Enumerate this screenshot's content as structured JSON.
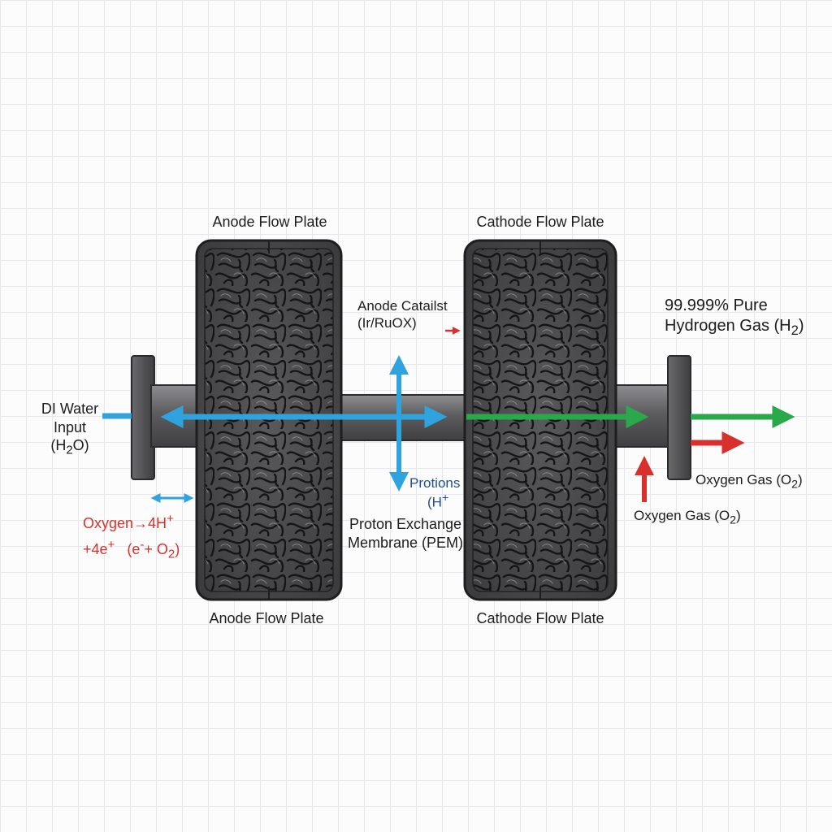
{
  "plates": {
    "anode_top": "Anode Flow Plate",
    "cathode_top": "Cathode Flow Plate",
    "anode_bottom": "Anode Flow Plate",
    "cathode_bottom": "Cathode Flow Plate"
  },
  "catalyst": {
    "line1": "Anode Catailst",
    "line2": "(Ir/RuOX)"
  },
  "product": {
    "line1": "99.999% Pure",
    "line2": "Hydrogen Gas (H",
    "sub": "2",
    "suffix": ")"
  },
  "input": {
    "line1": "DI Water",
    "line2": "Input",
    "line3_pre": "(H",
    "line3_sub": "2",
    "line3_post": "O)"
  },
  "protons": {
    "line1": "Protions",
    "line2": "(H",
    "line2_sup": "+"
  },
  "pem": {
    "line1": "Proton Exchange",
    "line2": "Membrane (PEM)"
  },
  "reaction": {
    "line1_a": "Oxygen",
    "line1_b": "→4H",
    "line1_sup": "+",
    "line2_a": "+4e",
    "line2_a_sup": "+",
    "line2_b": "(e",
    "line2_b_sup": "-",
    "line2_c": "+ O",
    "line2_c_sub": "2",
    "line2_d": ")"
  },
  "oxygen_right": {
    "pre": "Oxygen Gas (O",
    "sub": "2",
    "post": ")"
  },
  "oxygen_bottom": {
    "pre": "Oxygen Gas (O",
    "sub": "2",
    "post": ")"
  },
  "colors": {
    "water_blue": "#2fa3dd",
    "hydrogen_green": "#2aa84a",
    "oxygen_red": "#d8302c",
    "metal_dark": "#4a4a4c",
    "metal_mid": "#6b6b6e",
    "text": "#1d1d1d"
  }
}
